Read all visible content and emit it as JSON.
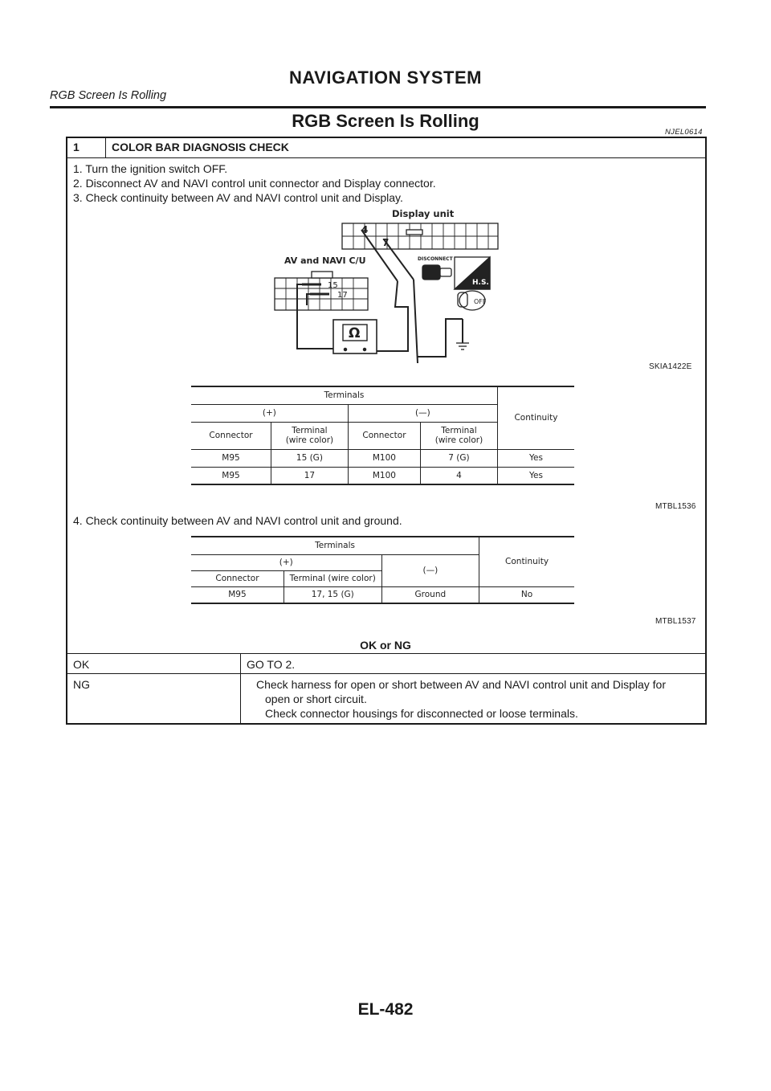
{
  "header": {
    "title": "NAVIGATION SYSTEM",
    "subtitle": "RGB Screen Is Rolling"
  },
  "section": {
    "title": "RGB Screen Is Rolling",
    "id": "NJEL0614"
  },
  "step": {
    "number": "1",
    "title": "COLOR BAR DIAGNOSIS CHECK",
    "instructions": [
      "1. Turn the ignition switch OFF.",
      "2. Disconnect AV and NAVI control unit connector and Display connector.",
      "3. Check continuity between AV and NAVI control unit and Display."
    ],
    "instruction4": "4. Check continuity between AV and NAVI control unit and ground."
  },
  "diagram": {
    "code": "SKIA1422E",
    "display_label": "Display unit",
    "cu_label": "AV and NAVI C/U",
    "disconnect_label": "DISCONNECT",
    "hs_label": "H.S.",
    "off_label": "OFF",
    "ohm_symbol": "Ω",
    "pins": {
      "display_a": "4",
      "display_b": "7",
      "cu_a": "15",
      "cu_b": "17"
    }
  },
  "table1": {
    "code": "MTBL1536",
    "headers": {
      "terminals": "Terminals",
      "plus": "(+)",
      "minus": "(—)",
      "connector": "Connector",
      "terminal_wire": "Terminal\n(wire color)",
      "continuity": "Continuity"
    },
    "rows": [
      {
        "c1": "M95",
        "t1": "15 (G)",
        "c2": "M100",
        "t2": "7 (G)",
        "cont": "Yes"
      },
      {
        "c1": "M95",
        "t1": "17",
        "c2": "M100",
        "t2": "4",
        "cont": "Yes"
      }
    ]
  },
  "table2": {
    "code": "MTBL1537",
    "headers": {
      "terminals": "Terminals",
      "plus": "(+)",
      "minus": "(—)",
      "connector": "Connector",
      "terminal_wire": "Terminal (wire color)",
      "continuity": "Continuity"
    },
    "rows": [
      {
        "c1": "M95",
        "t1": "17, 15 (G)",
        "c2": "Ground",
        "cont": "No"
      }
    ]
  },
  "result": {
    "heading": "OK or NG",
    "ok_label": "OK",
    "ok_text": "GO TO 2.",
    "ng_label": "NG",
    "ng_lines": [
      "Check harness for open or short between AV and NAVI control unit and Display for",
      "open or short circuit.",
      "Check connector housings for disconnected or loose terminals."
    ]
  },
  "footer": {
    "page": "EL-482"
  }
}
